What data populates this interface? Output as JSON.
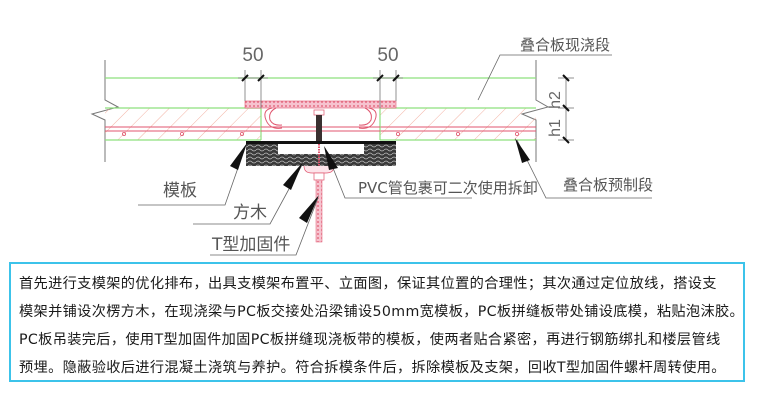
{
  "diagram": {
    "title": "叠合板拼缝现浇板带支模节点",
    "dimensions": {
      "left_gap": "50",
      "right_gap": "50",
      "h1": "h1",
      "h2": "h2"
    },
    "labels": {
      "cast_in_place": "叠合板现浇段",
      "precast": "叠合板预制段",
      "formwork": "模板",
      "timber": "方木",
      "t_fastener": "T型加固件",
      "pvc": "PVC管包裹可二次使用拆卸"
    },
    "colors": {
      "outline_green": "#8ee07e",
      "rebar_red": "#e0566f",
      "hatch": "#f2a99a",
      "pink_fill": "#f6c3cf",
      "leader": "#666666",
      "border_blue": "#3cc3ea"
    }
  },
  "description": {
    "lines": [
      "首先进行支模架的优化排布，出具支模架布置平、立面图，保证其位置的合理性；其次通过定位放线，搭设支",
      "模架并铺设次楞方木，在现浇梁与PC板交接处沿梁铺设50mm宽模板，PC板拼缝板带处铺设底模，粘贴泡沫胶。",
      "PC板吊装完后，使用T型加固件加固PC板拼缝现浇板带的模板，使两者贴合紧密，再进行钢筋绑扎和楼层管线",
      "预埋。隐蔽验收后进行混凝土浇筑与养护。符合拆模条件后，拆除模板及支架，回收T型加固件螺杆周转使用。"
    ]
  }
}
